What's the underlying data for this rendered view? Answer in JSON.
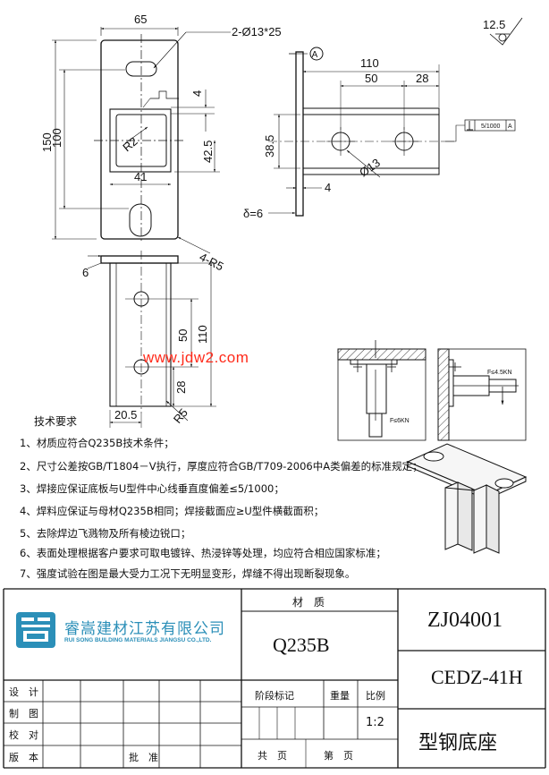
{
  "dims": {
    "top_width": "65",
    "hole_spec": "2-Ø13*25",
    "height_150": "150",
    "height_100": "100",
    "dim_4a": "4",
    "dim_42_5": "42.5",
    "r2": "R2",
    "dim_41": "41",
    "corner": "4-R5",
    "surface_symbol": "12.5",
    "datum": "A",
    "side_110": "110",
    "side_50": "50",
    "side_28": "28",
    "side_38_5": "38.5",
    "side_hole": "Ø13",
    "side_4": "4",
    "thickness": "δ=6",
    "perp_tol": "5/1000",
    "perp_ref": "A",
    "front_6": "6",
    "front_50": "50",
    "front_110": "110",
    "front_28": "28",
    "front_20_5": "20.5",
    "front_r5": "R5",
    "force_v": "F≤6KN",
    "force_h": "F≤4.5KN"
  },
  "watermark": "www.jdw2.com",
  "tech": {
    "title": "技术要求",
    "items": [
      "1、材质应符合Q235B技术条件；",
      "2、尺寸公差按GB/T1804－V执行，厚度应符合GB/T709-2006中A类偏差的标准规定；",
      "3、焊接应保证底板与U型件中心线垂直度偏差≤5/1000；",
      "4、焊料应保证与母材Q235B相同；焊接截面应≥U型件横截面积；",
      "5、去除焊边飞溅物及所有棱边锐口；",
      "6、表面处理根据客户要求可取电镀锌、热浸锌等处理，均应符合相应国家标准；",
      "7、强度试验在图是最大受力工况下无明显变形，焊缝不得出现断裂现象。"
    ]
  },
  "title_block": {
    "company_cn": "睿嵩建材江苏有限公司",
    "company_en": "RUI SONG BUILDING MATERIALS JIANGSU CO.,LTD.",
    "material_label": "材　质",
    "material_value": "Q235B",
    "drawing_no": "ZJ04001",
    "model": "CEDZ-41H",
    "name": "型钢底座",
    "stage_label": "阶段标记",
    "weight_label": "重量",
    "scale_label": "比例",
    "scale_value": "1:2",
    "total_pages": "共　页",
    "page_no": "第　页",
    "design": "设　计",
    "draw": "制　图",
    "check": "校　对",
    "version": "版　本",
    "approve": "批　准"
  },
  "colors": {
    "logo": "#2b8fb8",
    "watermark": "#ff2a1a"
  }
}
